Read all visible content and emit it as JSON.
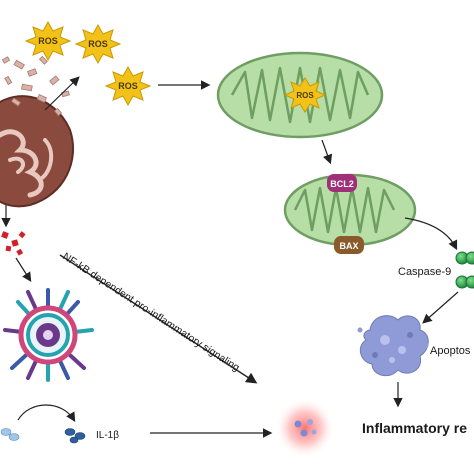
{
  "labels": {
    "ros": "ROS",
    "bcl2": "BCL2",
    "bax": "BAX",
    "caspase9": "Caspase-9",
    "apoptosis": "Apoptos",
    "nfkb_signaling": "NF-kB dependent pro-inflammatory signaling",
    "il1b": "IL-1β",
    "inflammatory": "Inflammatory re"
  },
  "colors": {
    "ros_star": "#f2c21a",
    "mito_green": "#b7dea6",
    "mito_green_stroke": "#6e9e62",
    "mito_brown": "#8a4a3e",
    "bcl2_badge": "#a0307a",
    "bax_badge": "#8a5a2a",
    "caspase_green": "#2fa84a",
    "apoptotic_cell": "#8e9bd6",
    "inflammasome_teal": "#25a3b0",
    "inflammasome_purple": "#6a3a8a",
    "inflammasome_blue": "#3a5aa8",
    "damp_red": "#d0202a",
    "glow_red": "#ff6b6b"
  }
}
